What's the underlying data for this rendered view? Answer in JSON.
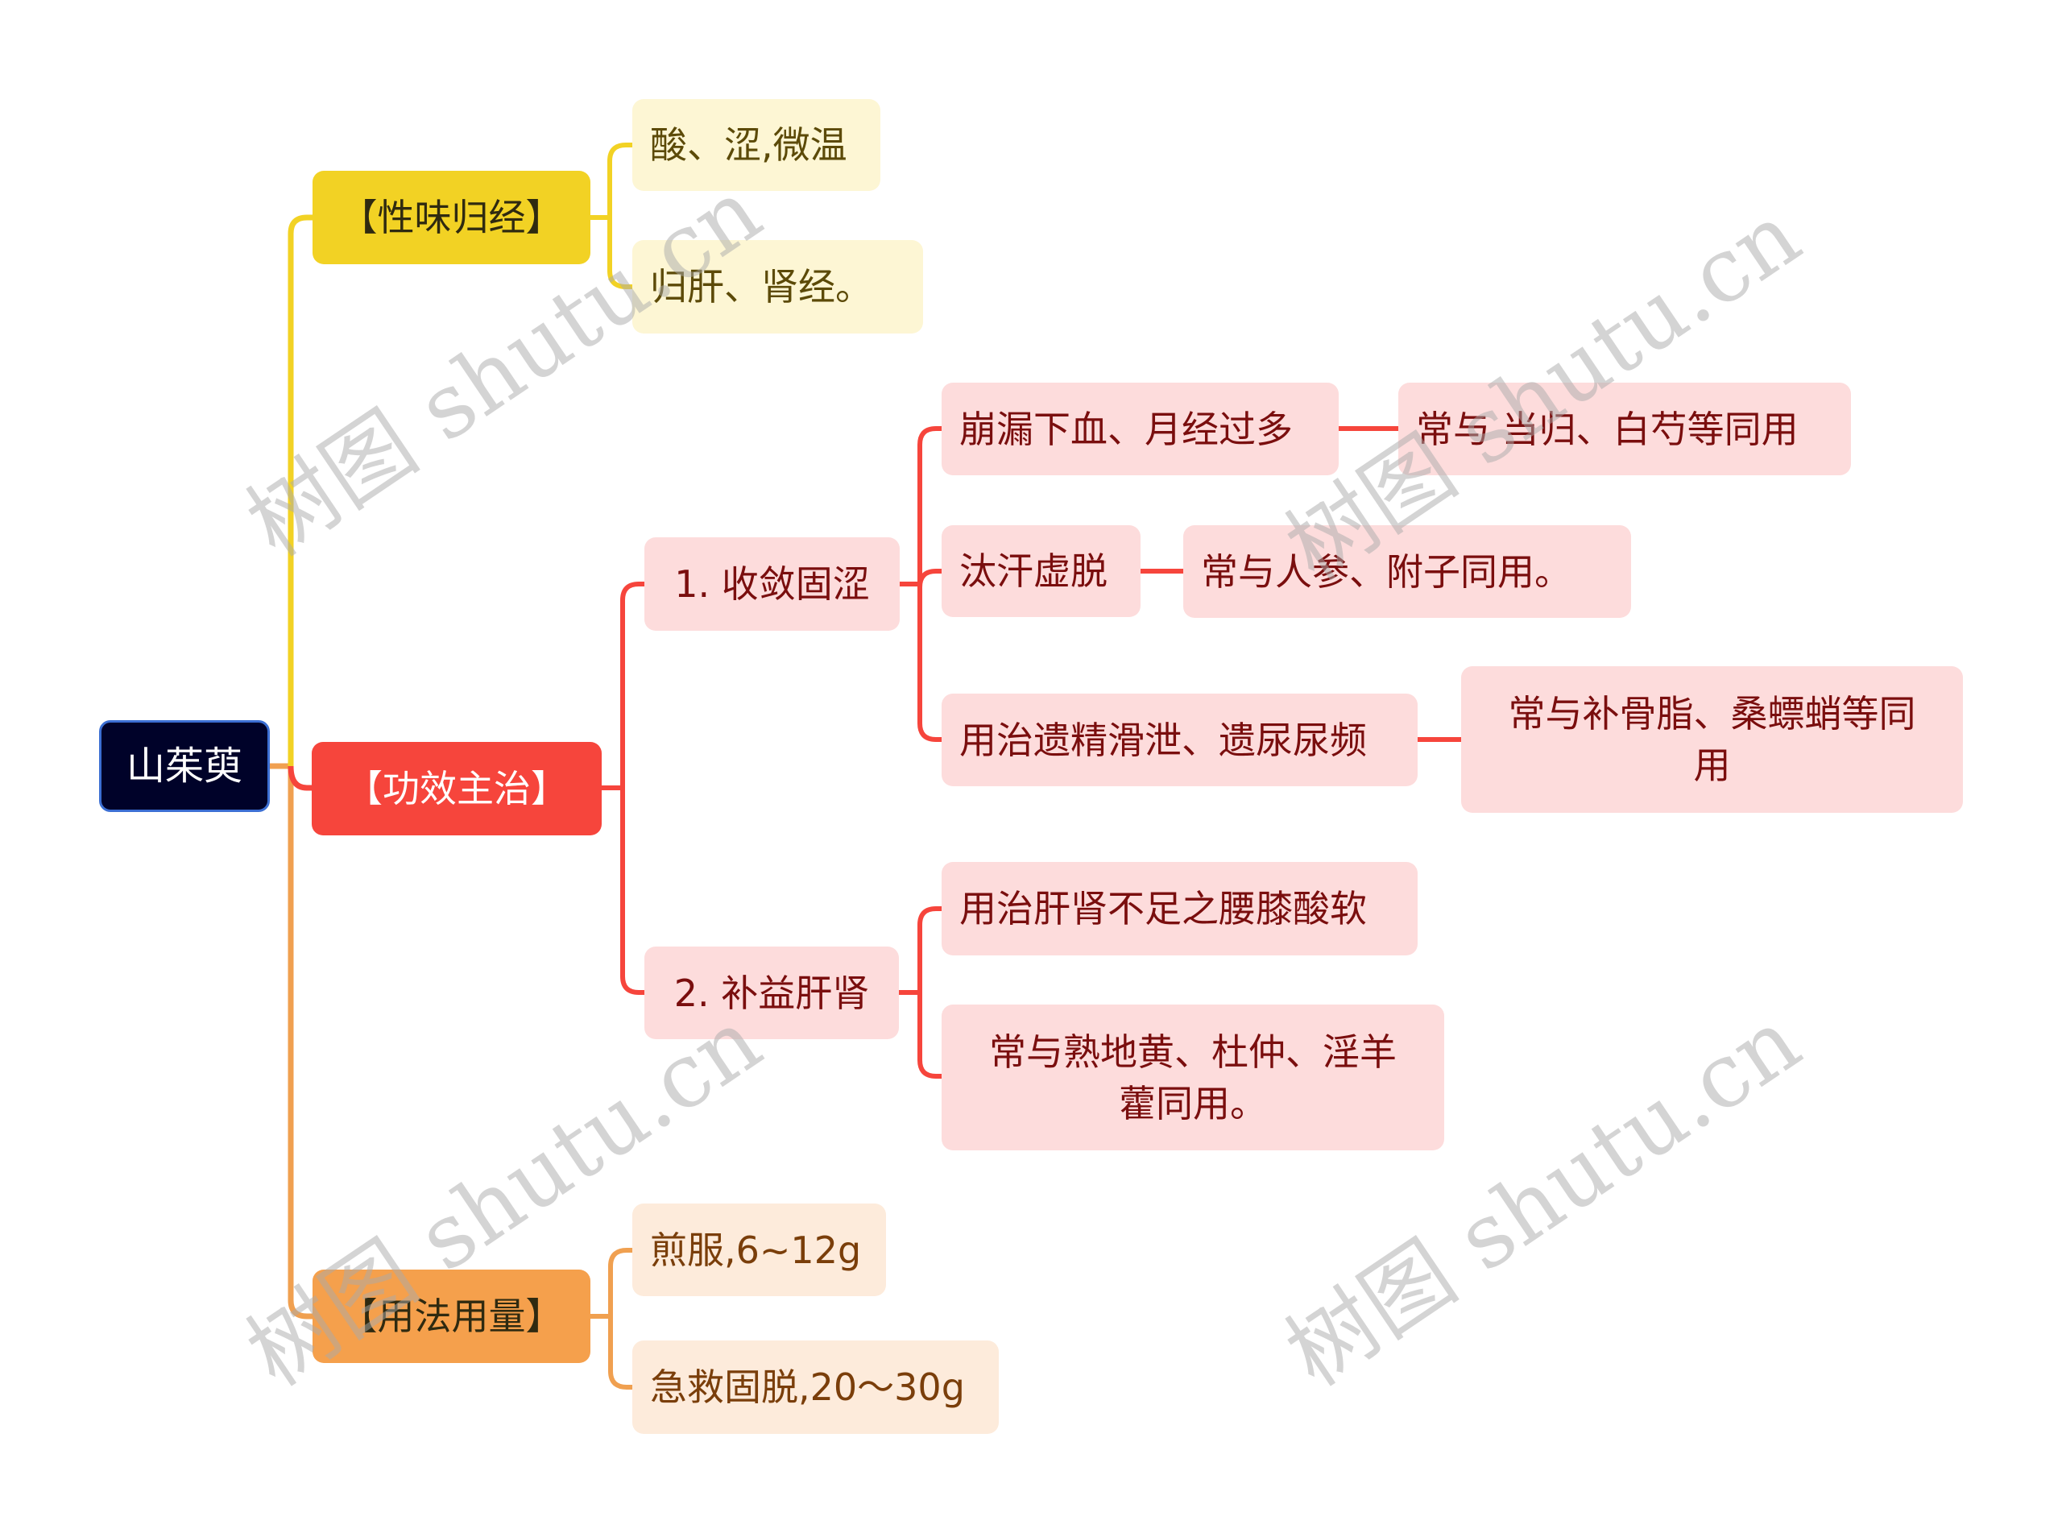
{
  "root": {
    "label": "山茱萸"
  },
  "branches": {
    "nature": {
      "label": "【性味归经】",
      "color": "#f2d224",
      "children": [
        "酸、涩,微温",
        "归肝、肾经。"
      ]
    },
    "effects": {
      "label": "【功效主治】",
      "color": "#f6453c",
      "children": [
        {
          "label": "1. 收敛固涩",
          "children": [
            {
              "label": "崩漏下血、月经过多",
              "note": "常与 当归、白芍等同用"
            },
            {
              "label": "汰汗虚脱",
              "note": "常与人参、附子同用。"
            },
            {
              "label": "用治遗精滑泄、遗尿尿频",
              "note": "常与补骨脂、桑螵蛸等同用"
            }
          ]
        },
        {
          "label": "2. 补益肝肾",
          "children": [
            {
              "label": "用治肝肾不足之腰膝酸软"
            },
            {
              "label": "常与熟地黄、杜仲、淫羊藿同用。"
            }
          ]
        }
      ]
    },
    "usage": {
      "label": "【用法用量】",
      "color": "#f5a04c",
      "children": [
        "煎服,6~12g",
        "急救固脱,20～30g"
      ]
    }
  },
  "watermark": {
    "text": "树图 shutu.cn"
  },
  "colors": {
    "root_bg": "#000229",
    "root_border": "#3c6fd3",
    "yellow_line": "#f2d224",
    "red_line": "#f6453c",
    "orange_line": "#f0a050",
    "red_leaf_bg": "#fddcdc",
    "yellow_leaf_bg": "#fdf6d4",
    "orange_leaf_bg": "#fdebdb"
  }
}
